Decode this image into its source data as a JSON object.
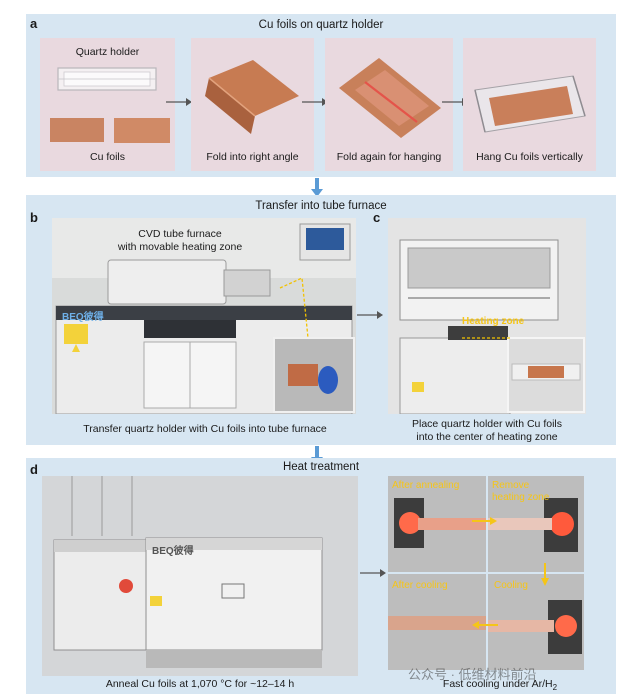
{
  "panel_a": {
    "tag": "a",
    "title": "Cu foils on quartz holder",
    "labels": {
      "quartz_holder": "Quartz holder",
      "cu_foils": "Cu foils",
      "fold_right_angle": "Fold into right angle",
      "fold_again": "Fold again for hanging",
      "hang": "Hang Cu foils vertically"
    }
  },
  "transfer_title": "Transfer into tube furnace",
  "panel_b": {
    "tag": "b",
    "furnace_label_line1": "CVD tube furnace",
    "furnace_label_line2": "with movable heating zone",
    "brand": "BEQ彼得",
    "caption": "Transfer quartz holder with Cu foils into tube furnace"
  },
  "panel_c": {
    "tag": "c",
    "heating_zone": "Heating zone",
    "caption_line1": "Place quartz holder with Cu foils",
    "caption_line2": "into the center of heating zone"
  },
  "heat_title": "Heat treatment",
  "panel_d": {
    "tag": "d",
    "brand": "BEQ彼得",
    "caption": "Anneal Cu foils at 1,070 °C for ~12–14 h",
    "after_annealing": "After annealing",
    "remove_line1": "Remove",
    "remove_line2": "heating zone",
    "after_cooling": "After cooling",
    "cooling": "Cooling",
    "fast_cooling": "Fast cooling under Ar/H",
    "fast_cooling_sub": "2"
  },
  "watermark": "公众号 · 低维材料前沿",
  "colors": {
    "panel_bg": "#d7e6f2",
    "photo_bg": "#e9d9df",
    "arrow_blue": "#5b9bd5",
    "label_yellow": "#f5c518",
    "copper": "#c87b4f"
  }
}
